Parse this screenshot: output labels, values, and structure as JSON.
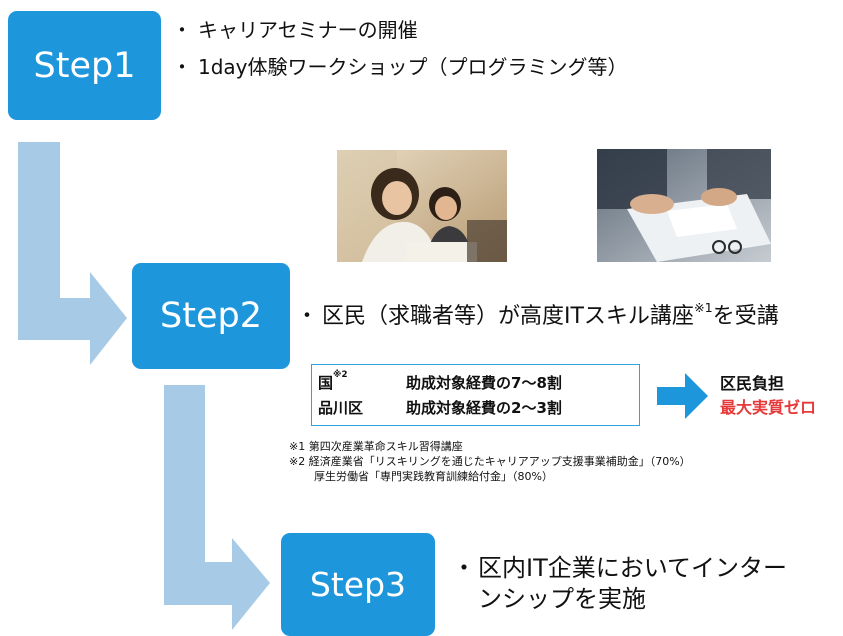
{
  "steps": {
    "step1": "Step1",
    "step2": "Step2",
    "step3": "Step3"
  },
  "step1_bullets": [
    "キャリアセミナーの開催",
    "1day体験ワークショップ（プログラミング等）"
  ],
  "step2_bullet": {
    "text": "区民（求職者等）が高度ITスキル講座",
    "note_mark": "※1",
    "suffix": "を受講"
  },
  "subsidy": {
    "rows": [
      {
        "who": "国",
        "mark": "※2",
        "what": "助成対象経費の7～8割"
      },
      {
        "who": "品川区",
        "mark": "",
        "what": "助成対象経費の2～3割"
      }
    ]
  },
  "result": {
    "line1": "区民負担",
    "line2": "最大実質ゼロ",
    "line2_color": "#e63a3a"
  },
  "notes": [
    "※1  第四次産業革命スキル習得講座",
    "※2  経済産業省「リスキリングを通じたキャリアアップ支援事業補助金」（70%）",
    "厚生労働省「専門実践教育訓練給付金」（80%）"
  ],
  "step3_bullet": {
    "line1": "区内IT企業においてインター",
    "line2": "ンシップを実施"
  },
  "bullet_char": "・",
  "colors": {
    "step_box": "#1e96dc",
    "flow_arrow": "#a7cbe6",
    "subsidy_border": "#2ea3dc",
    "result_arrow": "#1e96dc"
  }
}
